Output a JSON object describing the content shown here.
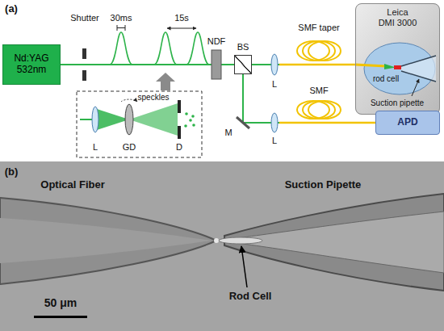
{
  "diagram": {
    "nodes": [
      {
        "text": [
          "Nd:YAG",
          "532nm"
        ]
      },
      {
        "text": [
          "BS"
        ]
      },
      {
        "text": [
          "Leica",
          "DMI 3000"
        ]
      },
      {
        "text": [
          "APD"
        ]
      }
    ],
    "edges": [
      {
        "from": 0,
        "to": 1,
        "arrow": "none"
      },
      {
        "from": 1,
        "to": 2,
        "arrow": "none"
      },
      {
        "from": 1,
        "to": 3,
        "arrow": "none"
      }
    ],
    "labels": [
      "(a)",
      "Shutter",
      "30ms",
      "15s",
      "NDF",
      "SMF taper",
      "L",
      "rod cell",
      "Suction pipette",
      "speckles",
      "L",
      "GD",
      "D",
      "M",
      "L",
      "SMF",
      "(b)",
      "Optical Fiber",
      "Suction Pipette",
      "Rod Cell",
      "50 μm"
    ]
  }
}
